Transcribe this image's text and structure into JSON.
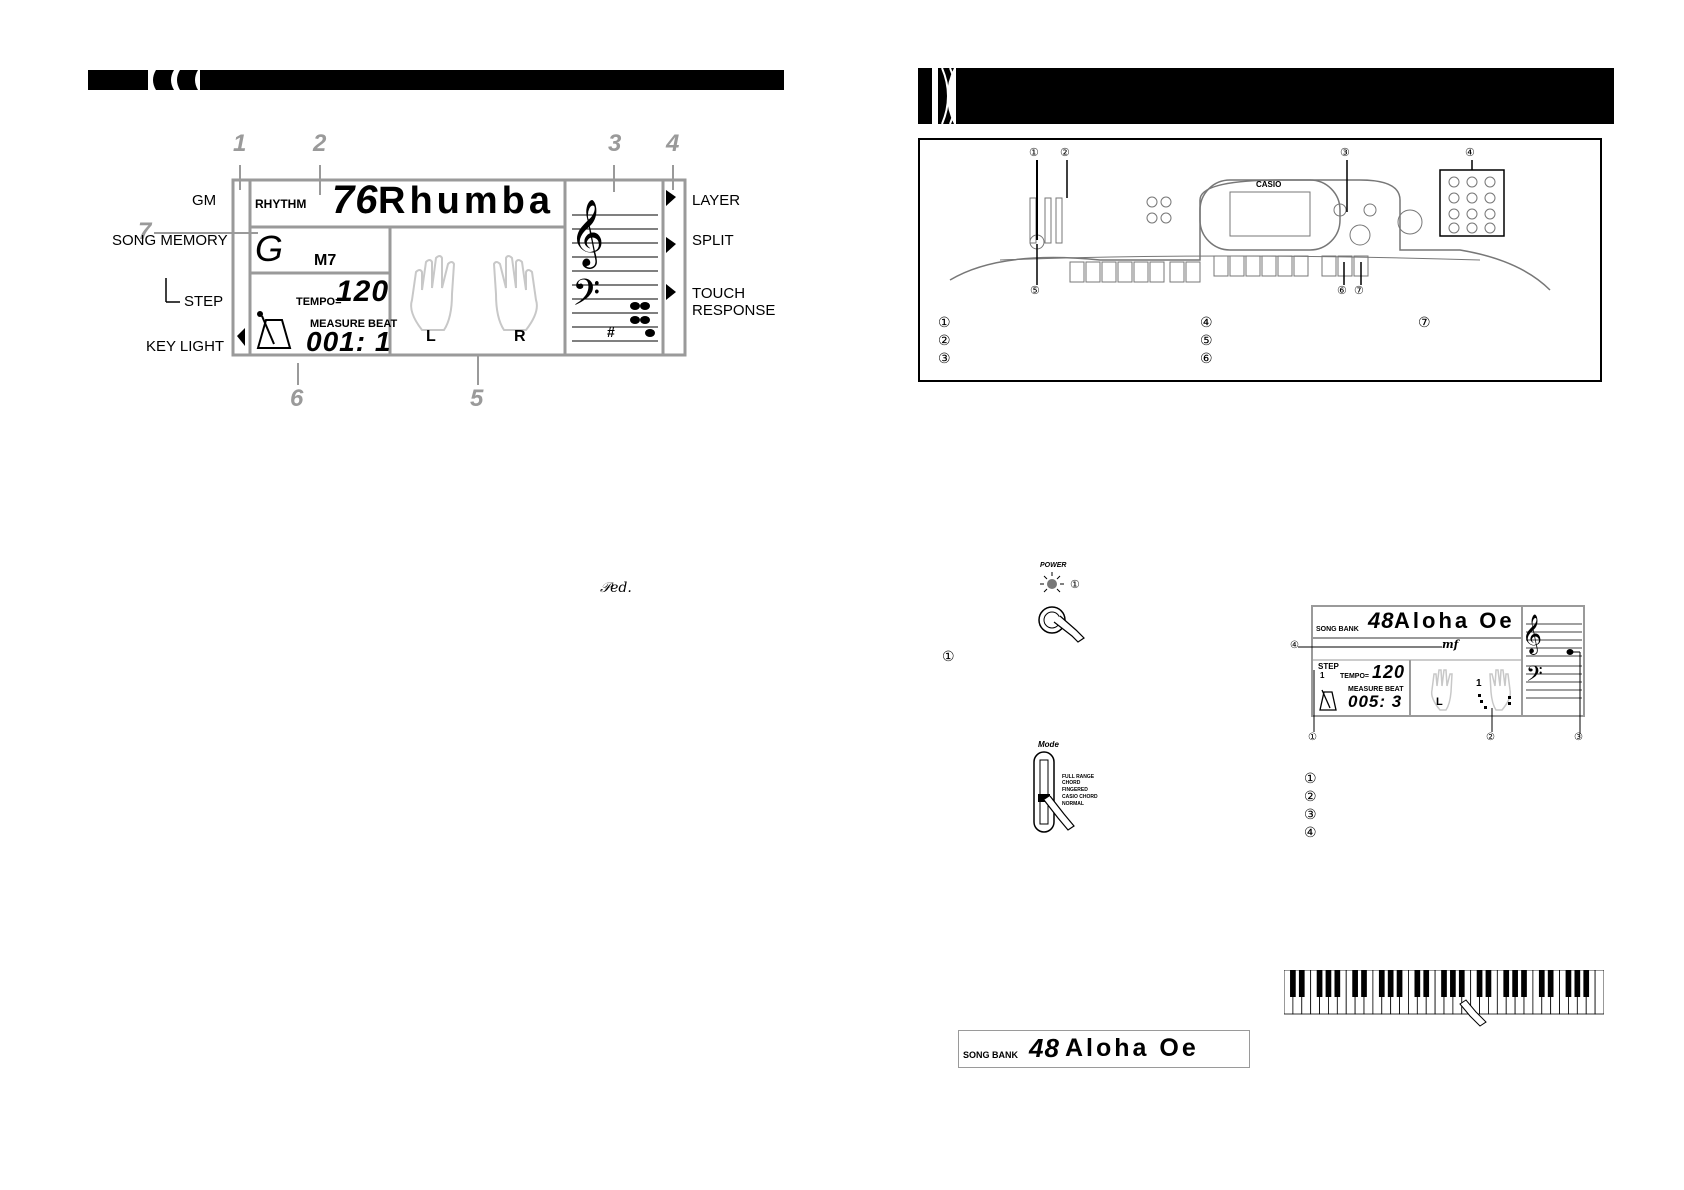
{
  "left_display": {
    "callouts": [
      "1",
      "2",
      "3",
      "4",
      "5",
      "6",
      "7"
    ],
    "labels_left": {
      "gm": "GM",
      "song_memory": "SONG MEMORY",
      "step": "STEP",
      "key_light": "KEY LIGHT"
    },
    "labels_right": {
      "layer": "LAYER",
      "split": "SPLIT",
      "touch_response_1": "TOUCH",
      "touch_response_2": "RESPONSE"
    },
    "rhythm_label": "RHYTHM",
    "rhythm_number": "76",
    "rhythm_name": "Rhumba",
    "chord_root": "G",
    "chord_type": "M7",
    "tempo_label": "TEMPO=",
    "tempo_value": "120",
    "measure_beat_label": "MEASURE BEAT",
    "measure_beat_value": "001: 1",
    "hand_left": "L",
    "hand_right": "R",
    "sharp": "#"
  },
  "pedal_mark": "𝒫𝑒𝑑.",
  "right_panel": {
    "brand": "CASIO",
    "callouts_top": [
      "①",
      "②",
      "③",
      "④"
    ],
    "callouts_bottom": [
      "⑤",
      "⑥",
      "⑦"
    ],
    "legend": [
      "①",
      "②",
      "③",
      "④",
      "⑤",
      "⑥",
      "⑦"
    ]
  },
  "power_figure": {
    "label": "POWER",
    "callout": "①",
    "step_marker": "①"
  },
  "mode_figure": {
    "label": "Mode",
    "options": [
      "FULL RANGE CHORD",
      "FINGERED",
      "CASIO CHORD",
      "NORMAL"
    ]
  },
  "song_display": {
    "song_bank_label": "SONG BANK",
    "song_number": "48",
    "song_name": "Aloha Oe",
    "dynamic": "mf",
    "step_label": "STEP",
    "step_value": "1",
    "tempo_label": "TEMPO=",
    "tempo_value": "120",
    "measure_beat_label": "MEASURE BEAT",
    "measure_beat_value": "005: 3",
    "hand_left": "L",
    "finger_number": "1",
    "callouts": [
      "①",
      "②",
      "③",
      "④"
    ]
  },
  "song_legend": [
    "①",
    "②",
    "③",
    "④"
  ],
  "bottom_display": {
    "song_bank_label": "SONG BANK",
    "song_number": "48",
    "song_name": "Aloha Oe"
  }
}
